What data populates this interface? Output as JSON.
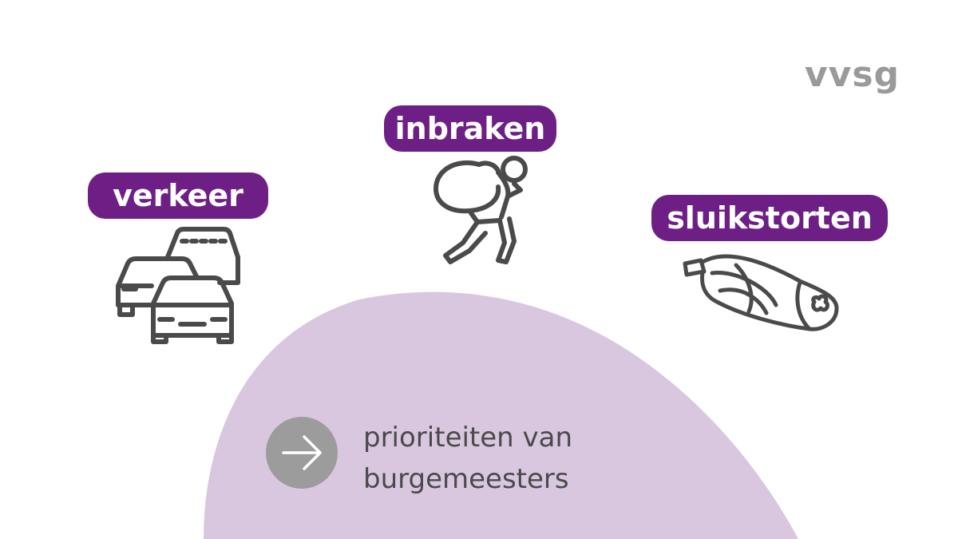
{
  "logo": "vvsg",
  "colors": {
    "accent": "#6e1f86",
    "blob": "#d9c7e0",
    "icon_stroke": "#4a4a4a",
    "arrow_circle": "#9c9c9c",
    "logo_gray": "#9a9a9a"
  },
  "topics": [
    {
      "label": "verkeer",
      "icon": "traffic-jam-icon"
    },
    {
      "label": "inbraken",
      "icon": "burglar-icon"
    },
    {
      "label": "sluikstorten",
      "icon": "trash-bag-icon"
    }
  ],
  "link": {
    "icon": "arrow-right-icon",
    "line1": "prioriteiten van",
    "line2": "burgemeesters"
  }
}
